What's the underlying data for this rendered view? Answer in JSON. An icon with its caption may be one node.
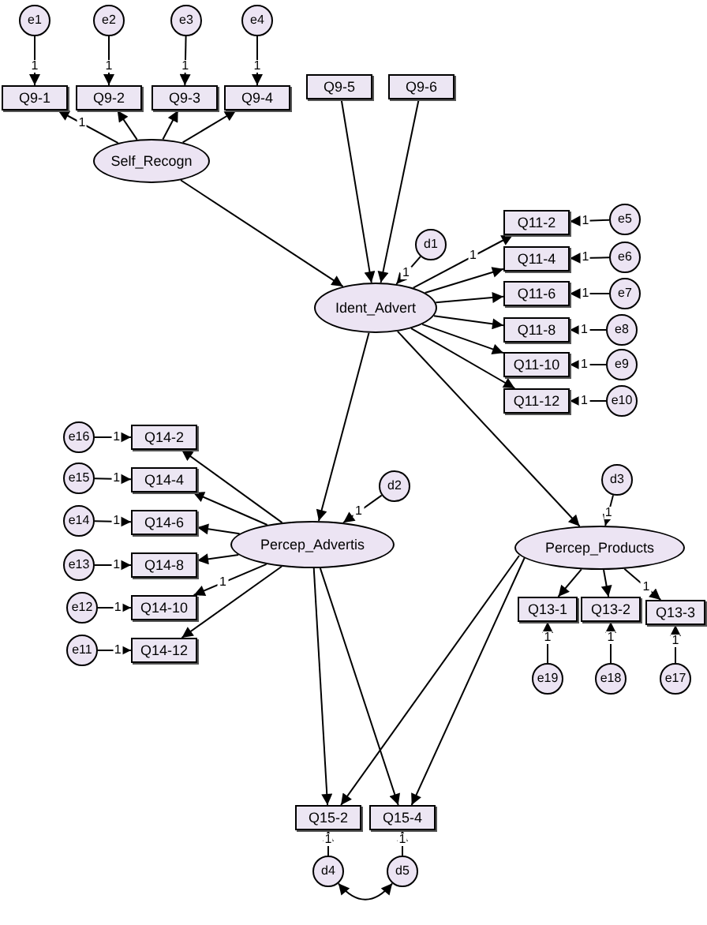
{
  "diagram": {
    "nodes": [
      {
        "text": [
          "e1"
        ]
      },
      {
        "text": [
          "e2"
        ]
      },
      {
        "text": [
          "e3"
        ]
      },
      {
        "text": [
          "e4"
        ]
      },
      {
        "text": [
          "Q9-1"
        ]
      },
      {
        "text": [
          "Q9-2"
        ]
      },
      {
        "text": [
          "Q9-3"
        ]
      },
      {
        "text": [
          "Q9-4"
        ]
      },
      {
        "text": [
          "Q9-5"
        ]
      },
      {
        "text": [
          "Q9-6"
        ]
      },
      {
        "text": [
          "Self_Recogn"
        ]
      },
      {
        "text": [
          "d1"
        ]
      },
      {
        "text": [
          "Ident_Advert"
        ]
      },
      {
        "text": [
          "Q11-2"
        ]
      },
      {
        "text": [
          "e5"
        ]
      },
      {
        "text": [
          "Q11-4"
        ]
      },
      {
        "text": [
          "e6"
        ]
      },
      {
        "text": [
          "Q11-6"
        ]
      },
      {
        "text": [
          "e7"
        ]
      },
      {
        "text": [
          "Q11-8"
        ]
      },
      {
        "text": [
          "e8"
        ]
      },
      {
        "text": [
          "Q11-10"
        ]
      },
      {
        "text": [
          "e9"
        ]
      },
      {
        "text": [
          "Q11-12"
        ]
      },
      {
        "text": [
          "e10"
        ]
      },
      {
        "text": [
          "e16"
        ]
      },
      {
        "text": [
          "Q14-2"
        ]
      },
      {
        "text": [
          "e15"
        ]
      },
      {
        "text": [
          "Q14-4"
        ]
      },
      {
        "text": [
          "e14"
        ]
      },
      {
        "text": [
          "Q14-6"
        ]
      },
      {
        "text": [
          "e13"
        ]
      },
      {
        "text": [
          "Q14-8"
        ]
      },
      {
        "text": [
          "e12"
        ]
      },
      {
        "text": [
          "Q14-10"
        ]
      },
      {
        "text": [
          "e11"
        ]
      },
      {
        "text": [
          "Q14-12"
        ]
      },
      {
        "text": [
          "d2"
        ]
      },
      {
        "text": [
          "Percep_Advertis"
        ]
      },
      {
        "text": [
          "d3"
        ]
      },
      {
        "text": [
          "Percep_Products"
        ]
      },
      {
        "text": [
          "Q13-1"
        ]
      },
      {
        "text": [
          "Q13-2"
        ]
      },
      {
        "text": [
          "Q13-3"
        ]
      },
      {
        "text": [
          "e19"
        ]
      },
      {
        "text": [
          "e18"
        ]
      },
      {
        "text": [
          "e17"
        ]
      },
      {
        "text": [
          "Q15-2"
        ]
      },
      {
        "text": [
          "Q15-4"
        ]
      },
      {
        "text": [
          "d4"
        ]
      },
      {
        "text": [
          "d5"
        ]
      }
    ],
    "edges": [
      {
        "from": 0,
        "to": 4,
        "arrow": "to",
        "label": "1"
      },
      {
        "from": 1,
        "to": 5,
        "arrow": "to",
        "label": "1"
      },
      {
        "from": 2,
        "to": 6,
        "arrow": "to",
        "label": "1"
      },
      {
        "from": 3,
        "to": 7,
        "arrow": "to",
        "label": "1"
      },
      {
        "from": 10,
        "to": 4,
        "arrow": "to",
        "label": "1"
      },
      {
        "from": 10,
        "to": 5,
        "arrow": "to"
      },
      {
        "from": 10,
        "to": 6,
        "arrow": "to"
      },
      {
        "from": 10,
        "to": 7,
        "arrow": "to"
      },
      {
        "from": 10,
        "to": 12,
        "arrow": "to"
      },
      {
        "from": 8,
        "to": 12,
        "arrow": "to"
      },
      {
        "from": 9,
        "to": 12,
        "arrow": "to"
      },
      {
        "from": 11,
        "to": 12,
        "arrow": "to",
        "label": "1"
      },
      {
        "from": 12,
        "to": 13,
        "arrow": "to",
        "label": "1"
      },
      {
        "from": 12,
        "to": 15,
        "arrow": "to"
      },
      {
        "from": 12,
        "to": 17,
        "arrow": "to"
      },
      {
        "from": 12,
        "to": 19,
        "arrow": "to"
      },
      {
        "from": 12,
        "to": 21,
        "arrow": "to"
      },
      {
        "from": 12,
        "to": 23,
        "arrow": "to"
      },
      {
        "from": 14,
        "to": 13,
        "arrow": "to",
        "label": "1"
      },
      {
        "from": 16,
        "to": 15,
        "arrow": "to",
        "label": "1"
      },
      {
        "from": 18,
        "to": 17,
        "arrow": "to",
        "label": "1"
      },
      {
        "from": 20,
        "to": 19,
        "arrow": "to",
        "label": "1"
      },
      {
        "from": 22,
        "to": 21,
        "arrow": "to",
        "label": "1"
      },
      {
        "from": 24,
        "to": 23,
        "arrow": "to",
        "label": "1"
      },
      {
        "from": 12,
        "to": 38,
        "arrow": "to"
      },
      {
        "from": 12,
        "to": 40,
        "arrow": "to"
      },
      {
        "from": 37,
        "to": 38,
        "arrow": "to",
        "label": "1"
      },
      {
        "from": 38,
        "to": 26,
        "arrow": "to"
      },
      {
        "from": 38,
        "to": 28,
        "arrow": "to"
      },
      {
        "from": 38,
        "to": 30,
        "arrow": "to"
      },
      {
        "from": 38,
        "to": 32,
        "arrow": "to"
      },
      {
        "from": 38,
        "to": 34,
        "arrow": "to",
        "label": "1"
      },
      {
        "from": 38,
        "to": 36,
        "arrow": "to"
      },
      {
        "from": 25,
        "to": 26,
        "arrow": "to",
        "label": "1"
      },
      {
        "from": 27,
        "to": 28,
        "arrow": "to",
        "label": "1"
      },
      {
        "from": 29,
        "to": 30,
        "arrow": "to",
        "label": "1"
      },
      {
        "from": 31,
        "to": 32,
        "arrow": "to",
        "label": "1"
      },
      {
        "from": 33,
        "to": 34,
        "arrow": "to",
        "label": "1"
      },
      {
        "from": 35,
        "to": 36,
        "arrow": "to",
        "label": "1"
      },
      {
        "from": 39,
        "to": 40,
        "arrow": "to",
        "label": "1"
      },
      {
        "from": 40,
        "to": 41,
        "arrow": "to"
      },
      {
        "from": 40,
        "to": 42,
        "arrow": "to"
      },
      {
        "from": 40,
        "to": 43,
        "arrow": "to",
        "label": "1"
      },
      {
        "from": 44,
        "to": 41,
        "arrow": "to",
        "label": "1"
      },
      {
        "from": 45,
        "to": 42,
        "arrow": "to",
        "label": "1"
      },
      {
        "from": 46,
        "to": 43,
        "arrow": "to",
        "label": "1"
      },
      {
        "from": 38,
        "to": 47,
        "arrow": "to"
      },
      {
        "from": 38,
        "to": 48,
        "arrow": "to"
      },
      {
        "from": 40,
        "to": 47,
        "arrow": "to"
      },
      {
        "from": 40,
        "to": 48,
        "arrow": "to"
      },
      {
        "from": 49,
        "to": 47,
        "arrow": "to",
        "label": "1"
      },
      {
        "from": 50,
        "to": 48,
        "arrow": "to",
        "label": "1"
      },
      {
        "from": 49,
        "to": 50,
        "arrow": "both"
      }
    ]
  }
}
